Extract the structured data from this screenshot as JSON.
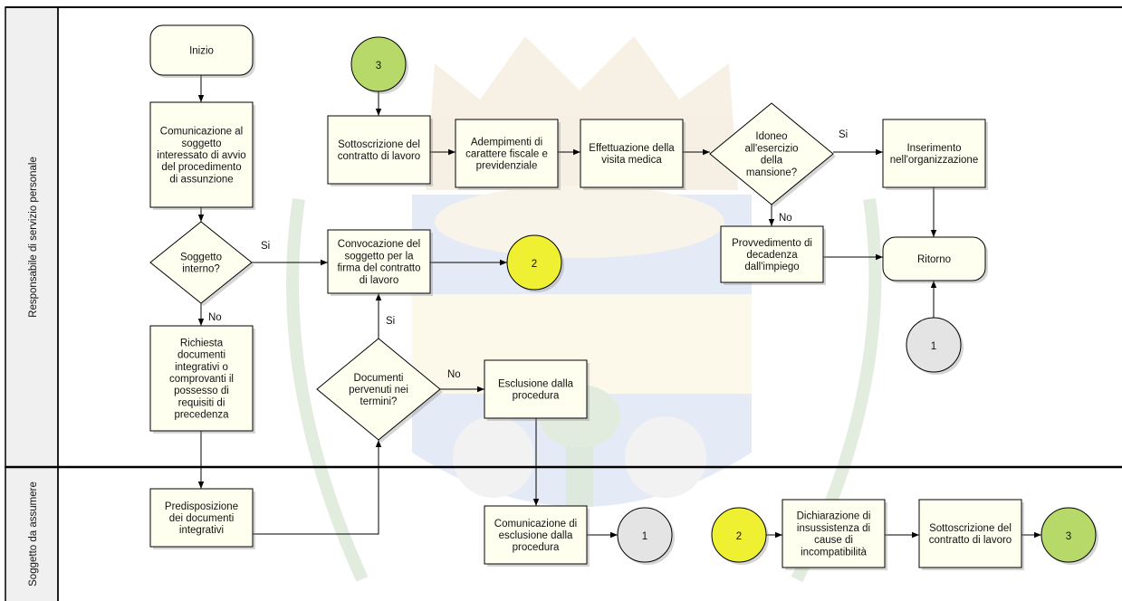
{
  "lanes": [
    {
      "id": "lane1",
      "label": "Responsabile di servizio personale"
    },
    {
      "id": "lane2",
      "label": "Soggetto da assumere"
    }
  ],
  "nodes": {
    "start": {
      "kind": "terminal",
      "lines": [
        "Inizio"
      ]
    },
    "comm": {
      "kind": "process",
      "lines": [
        "Comunicazione al",
        "soggetto",
        "interessato di avvio",
        "del procedimento",
        "di assunzione"
      ]
    },
    "interno": {
      "kind": "decision",
      "lines": [
        "Soggetto",
        "interno?"
      ]
    },
    "richiesta": {
      "kind": "process",
      "lines": [
        "Richiesta",
        "documenti",
        "integrativi o",
        "comprovanti il",
        "possesso di",
        "requisiti di",
        "precedenza"
      ]
    },
    "predisp": {
      "kind": "process",
      "lines": [
        "Predisposizione",
        "dei documenti",
        "integrativi"
      ]
    },
    "documenti": {
      "kind": "decision",
      "lines": [
        "Documenti",
        "pervenuti nei",
        "termini?"
      ]
    },
    "convoc": {
      "kind": "process",
      "lines": [
        "Convocazione del",
        "soggetto per la",
        "firma del contratto",
        "di lavoro"
      ]
    },
    "c3top": {
      "kind": "connector",
      "label": "3",
      "color": "#b6d96a"
    },
    "sottoscr1": {
      "kind": "process",
      "lines": [
        "Sottoscrizione del",
        "contratto di lavoro"
      ]
    },
    "adempimenti": {
      "kind": "process",
      "lines": [
        "Adempimenti di",
        "carattere fiscale e",
        "previdenziale"
      ]
    },
    "visita": {
      "kind": "process",
      "lines": [
        "Effettuazione della",
        "visita medica"
      ]
    },
    "idoneo": {
      "kind": "decision",
      "lines": [
        "Idoneo",
        "all'esercizio",
        "della",
        "mansione?"
      ]
    },
    "inserimento": {
      "kind": "process",
      "lines": [
        "Inserimento",
        "nell'organizzazione"
      ]
    },
    "provv": {
      "kind": "process",
      "lines": [
        "Provvedimento di",
        "decadenza",
        "dall'impiego"
      ]
    },
    "ritorno": {
      "kind": "terminal",
      "lines": [
        "Ritorno"
      ]
    },
    "c1right": {
      "kind": "connector",
      "label": "1",
      "color": "#e4e4e4"
    },
    "c2mid": {
      "kind": "connector",
      "label": "2",
      "color": "#f0f032"
    },
    "esclusione": {
      "kind": "process",
      "lines": [
        "Esclusione dalla",
        "procedura"
      ]
    },
    "commescl": {
      "kind": "process",
      "lines": [
        "Comunicazione di",
        "esclusione dalla",
        "procedura"
      ]
    },
    "c1bottom": {
      "kind": "connector",
      "label": "1",
      "color": "#e4e4e4"
    },
    "c2bottom": {
      "kind": "connector",
      "label": "2",
      "color": "#f0f032"
    },
    "dichiar": {
      "kind": "process",
      "lines": [
        "Dichiarazione di",
        "insussistenza di",
        "cause di",
        "incompatibilità"
      ]
    },
    "sottoscr2": {
      "kind": "process",
      "lines": [
        "Sottoscrizione del",
        "contratto di lavoro"
      ]
    },
    "c3bottom": {
      "kind": "connector",
      "label": "3",
      "color": "#b6d96a"
    }
  },
  "edge_labels": {
    "interno_si": "Si",
    "interno_no": "No",
    "documenti_si": "Si",
    "documenti_no": "No",
    "idoneo_si": "Si",
    "idoneo_no": "No"
  },
  "colors": {
    "box_fill": "#fffff0",
    "stroke": "#000000",
    "lane_header": "#f0f0f0",
    "connector_green": "#b6d96a",
    "connector_yellow": "#f0f032",
    "connector_grey": "#e4e4e4"
  }
}
